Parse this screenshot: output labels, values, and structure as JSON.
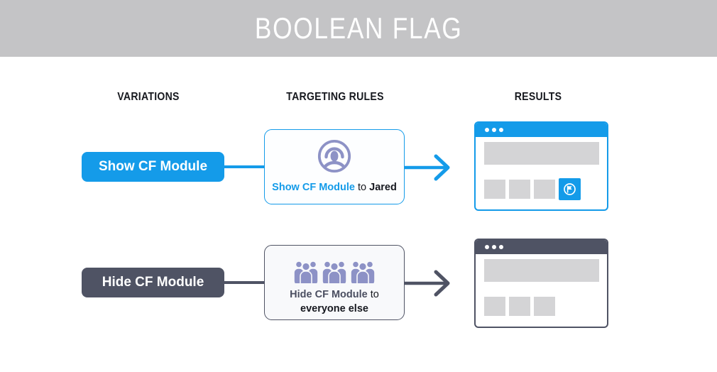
{
  "banner": {
    "title": "BOOLEAN FLAG"
  },
  "columns": {
    "variations": "VARIATIONS",
    "targeting": "TARGETING RULES",
    "results": "RESULTS"
  },
  "rows": [
    {
      "variation_label": "Show CF Module",
      "rule": {
        "icon": "user-circle-icon",
        "flag_name": "Show CF Module",
        "connector": " to ",
        "audience": "Jared"
      },
      "result": {
        "window_dots": 3,
        "placeholder_blocks": 3,
        "module_visible": true,
        "module_icon": "flag-circle-icon"
      }
    },
    {
      "variation_label": "Hide CF Module",
      "rule": {
        "icon": "crowd-icon",
        "flag_name": "Hide CF Module",
        "connector": " to",
        "audience": "everyone else"
      },
      "result": {
        "window_dots": 3,
        "placeholder_blocks": 3,
        "module_visible": false
      }
    }
  ],
  "colors": {
    "accent_blue": "#149be9",
    "slate": "#4f5364",
    "icon_purple": "#8d92c6",
    "banner_gray": "#c4c4c6",
    "placeholder_gray": "#d4d4d6",
    "text_dark": "#17191f",
    "card_bg_light": "#f8f9fb"
  }
}
